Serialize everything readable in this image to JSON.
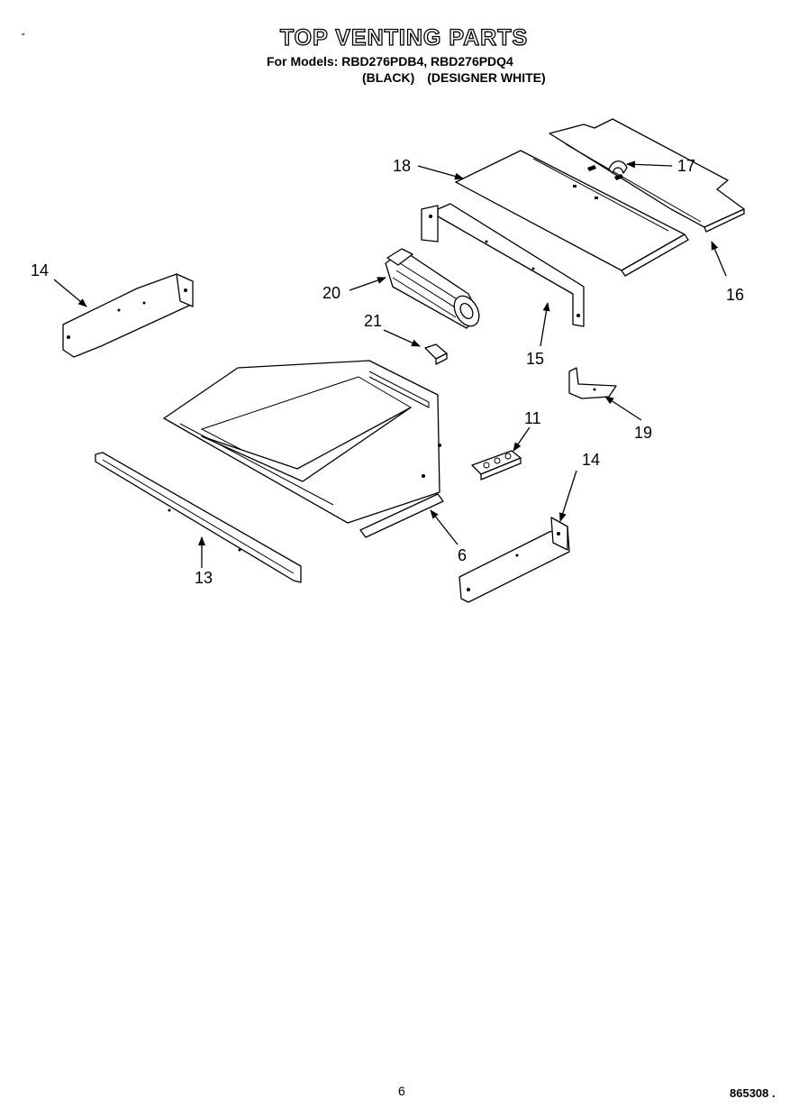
{
  "header": {
    "title": "TOP VENTING PARTS",
    "models_line": "For Models: RBD276PDB4, RBD276PDQ4",
    "variant_black": "(BLACK)",
    "variant_white": "(DESIGNER WHITE)"
  },
  "callouts": {
    "c18": "18",
    "c17": "17",
    "c16": "16",
    "c14a": "14",
    "c20": "20",
    "c15": "15",
    "c21": "21",
    "c19": "19",
    "c11": "11",
    "c14b": "14",
    "c6": "6",
    "c13": "13"
  },
  "footer": {
    "page_number": "6",
    "doc_number": "865308 ."
  }
}
